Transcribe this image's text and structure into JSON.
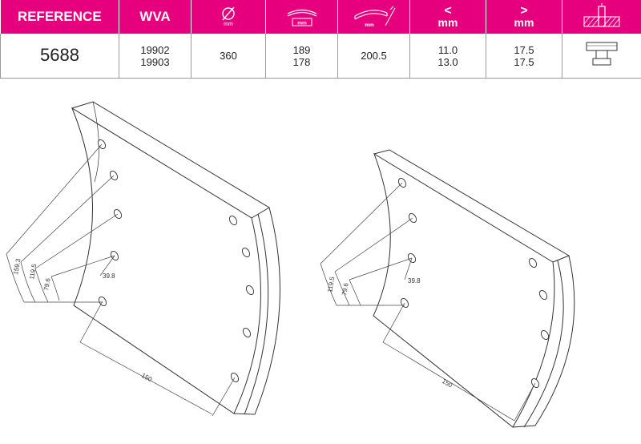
{
  "table": {
    "headers": {
      "reference": "REFERENCE",
      "wva": "WVA",
      "diameter_unit": "mm",
      "width_unit": "mm",
      "length_unit": "mm",
      "min_symbol": "<",
      "min_unit": "mm",
      "max_symbol": ">",
      "max_unit": "mm"
    },
    "icons": {
      "diameter": "diameter-symbol-icon",
      "width": "lining-width-icon",
      "length": "lining-arc-length-icon",
      "rivet": "rivet-section-icon",
      "profile": "rivet-profile-icon"
    },
    "row": {
      "reference": "5688",
      "wva": [
        "19902",
        "19903"
      ],
      "diameter": "360",
      "width": [
        "189",
        "178"
      ],
      "length": "200.5",
      "min": [
        "11.0",
        "13.0"
      ],
      "max": [
        "17.5",
        "17.5"
      ]
    }
  },
  "drawings": {
    "left": {
      "dims": [
        "159.3",
        "119.5",
        "79.6",
        "39.8"
      ],
      "spacing": "150"
    },
    "right": {
      "dims": [
        "119.5",
        "79.6",
        "39.8"
      ],
      "spacing": "150"
    }
  },
  "colors": {
    "header": "#e6007e",
    "line": "#333333"
  }
}
